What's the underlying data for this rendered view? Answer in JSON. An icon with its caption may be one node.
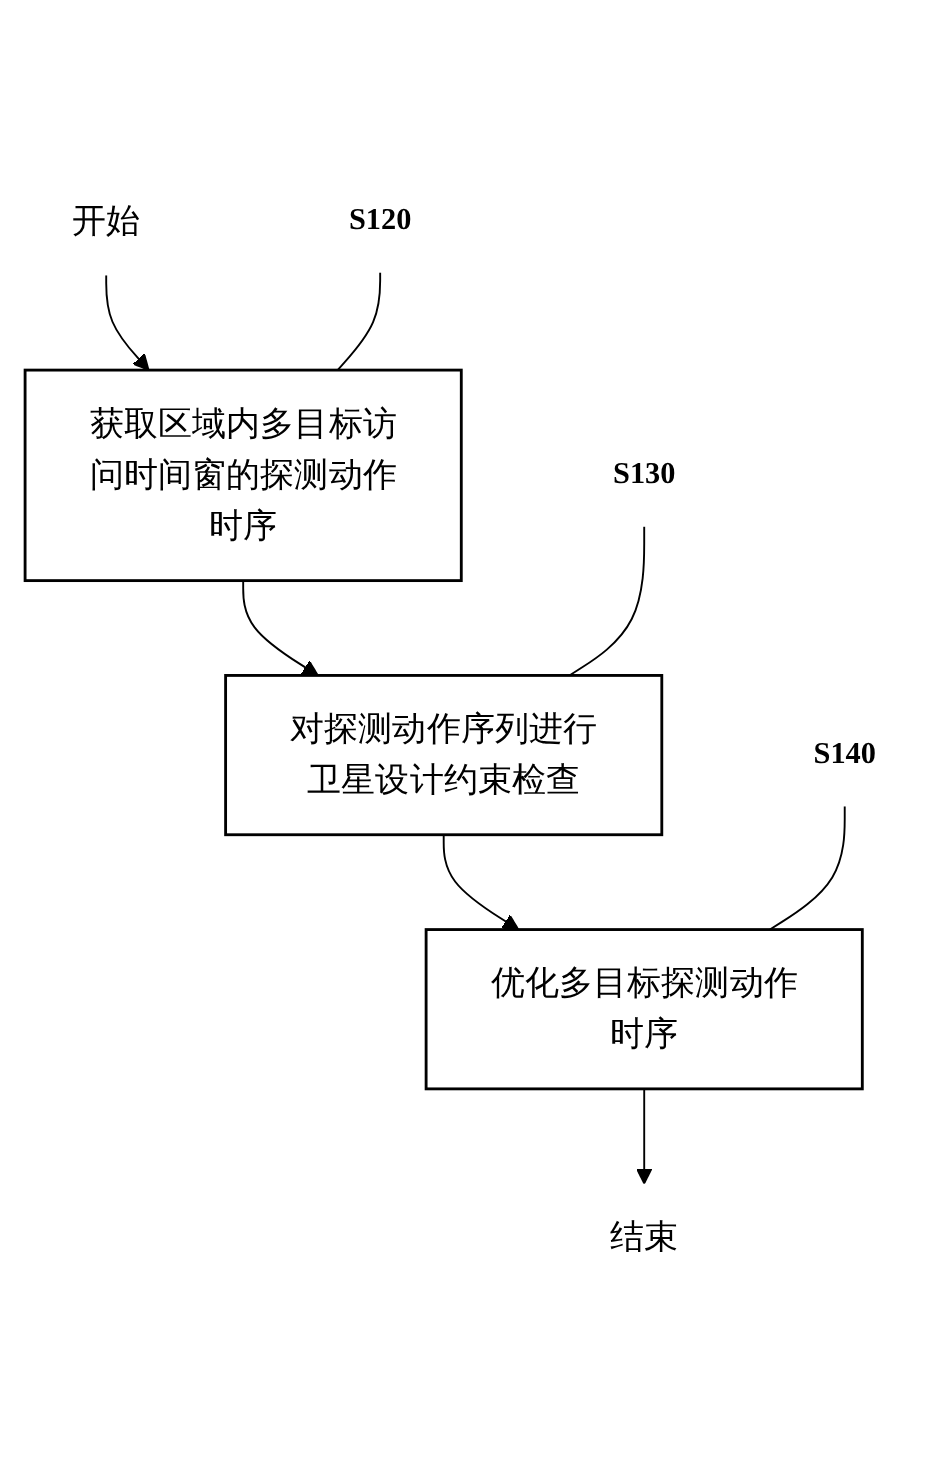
{
  "diagram": {
    "nodes": [
      {
        "text": [
          "开始"
        ]
      },
      {
        "text": [
          "S120"
        ]
      },
      {
        "text": [
          "获取区域内多目标访问时间窗的探测动作时序"
        ]
      },
      {
        "text": [
          "S130"
        ]
      },
      {
        "text": [
          "对探测动作序列进行卫星设计约束检查"
        ]
      },
      {
        "text": [
          "S140"
        ]
      },
      {
        "text": [
          "优化多目标探测动作时序"
        ]
      },
      {
        "text": [
          "结束"
        ]
      }
    ],
    "edges": [
      {
        "from": 0,
        "to": 2,
        "arrow": "to"
      },
      {
        "from": 1,
        "to": 2,
        "arrow": "none"
      },
      {
        "from": 2,
        "to": 4,
        "arrow": "to"
      },
      {
        "from": 3,
        "to": 4,
        "arrow": "none"
      },
      {
        "from": 4,
        "to": 6,
        "arrow": "to"
      },
      {
        "from": 5,
        "to": 6,
        "arrow": "none"
      },
      {
        "from": 6,
        "to": 7,
        "arrow": "to"
      }
    ]
  }
}
